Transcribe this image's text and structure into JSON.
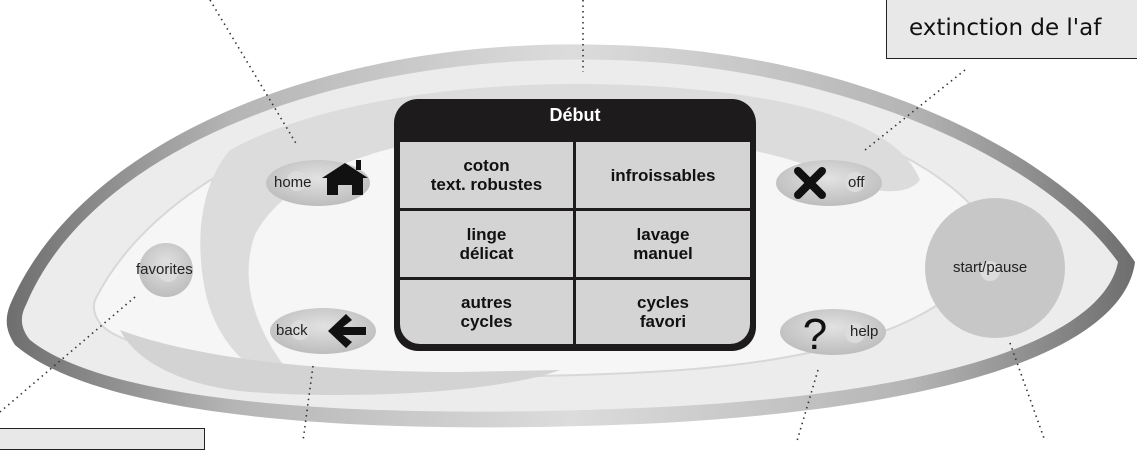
{
  "callouts": {
    "top_right": "extinction de l'af"
  },
  "screen": {
    "title": "Début",
    "cells": [
      "coton\ntext. robustes",
      "infroissables",
      "linge\ndélicat",
      "lavage\nmanuel",
      "autres\ncycles",
      "cycles\nfavori"
    ]
  },
  "buttons": {
    "home": "home",
    "back": "back",
    "off": "off",
    "help": "help",
    "favorites": "favorites",
    "start_pause": "start/pause"
  },
  "icons": {
    "home": "house-icon",
    "back": "arrow-left-icon",
    "off": "x-icon",
    "help": "question-mark-icon"
  },
  "colors": {
    "screen": "#1d1b1b",
    "cell": "#d4d4d4",
    "button": "#c9c9c9",
    "panel": "#e9e9e9",
    "rim": "#8a8a8a"
  }
}
